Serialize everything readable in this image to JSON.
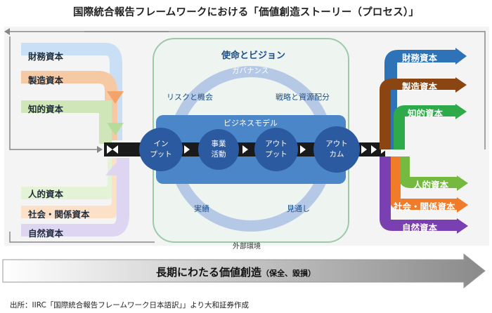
{
  "title": "国際統合報告フレームワークにおける「価値創造ストーリー（プロセス）」",
  "inputs": [
    "財務資本",
    "製造資本",
    "知的資本",
    "人的資本",
    "社会・関係資本",
    "自然資本"
  ],
  "outputs": [
    "財務資本",
    "製造資本",
    "知的資本",
    "人的資本",
    "社会・関係資本",
    "自然資本"
  ],
  "center": {
    "mission": "使命とビジョン",
    "governance": "ガバナンス",
    "risk": "リスクと機会",
    "strategy": "戦略と資源配分",
    "business_model": "ビジネスモデル",
    "performance": "実績",
    "outlook": "見通し",
    "external": "外部環境"
  },
  "process": {
    "input_top": "イン",
    "input_bottom": "プット",
    "activity_top": "事業",
    "activity_bottom": "活動",
    "output_top": "アウト",
    "output_bottom": "プット",
    "outcome_top": "アウト",
    "outcome_bottom": "カム"
  },
  "bottom": {
    "main": "長期にわたる価値創造",
    "sub": "（保全、毀損）"
  },
  "source": "出所：IIRC「国際統合報告フレームワーク日本語訳」」より大和証券作成",
  "colors": {
    "financial": "#2e72b8",
    "manufactured": "#8b4513",
    "intellectual": "#2eaa4a",
    "human": "#76b941",
    "social": "#f07c2a",
    "natural": "#7a3fb0",
    "core_blue": "#3d7fc9",
    "circle": "#2c5aa0"
  }
}
